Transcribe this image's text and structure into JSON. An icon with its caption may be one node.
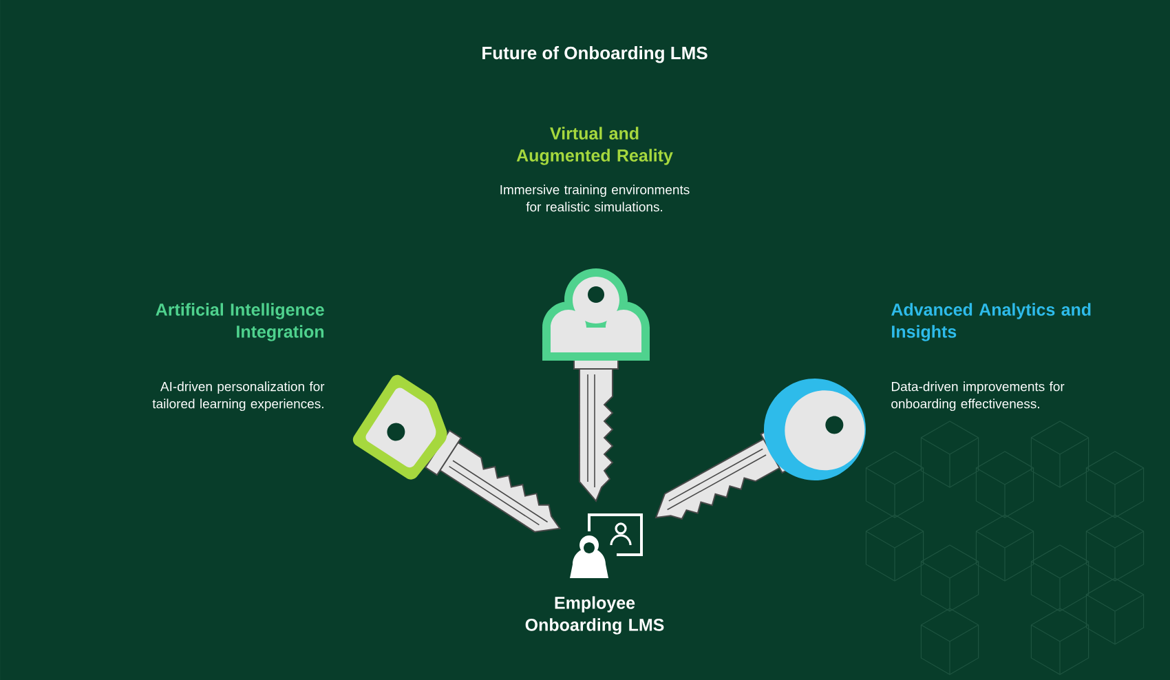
{
  "diagram": {
    "title": "Future of Onboarding LMS",
    "labels": [
      "Virtual and Augmented Reality",
      "Immersive training environments for realistic simulations.",
      "Artificial Intelligence Integration",
      "Advanced Analytics and Insights",
      "AI-driven personalization for tailored learning experiences.",
      "Data-driven improvements for onboarding effectiveness.",
      "Employee Onboarding LMS"
    ]
  }
}
